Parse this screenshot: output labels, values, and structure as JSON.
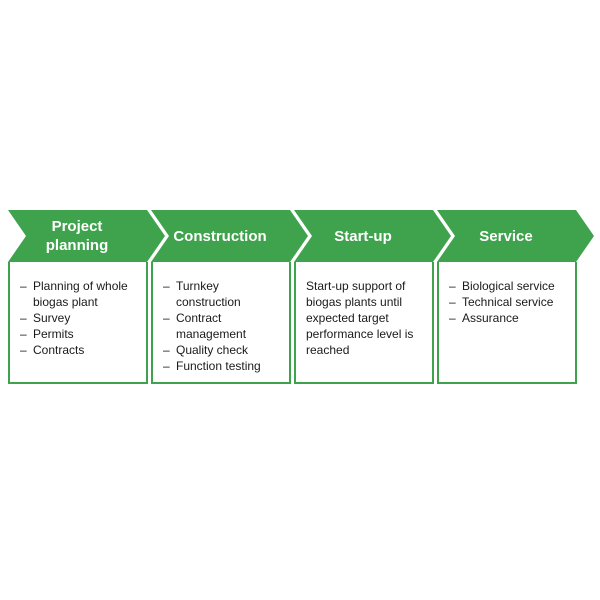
{
  "colors": {
    "arrow_fill": "#3fa34d",
    "box_border": "#3fa34d",
    "title_text": "#ffffff",
    "body_text": "#1a1a1a"
  },
  "stages": [
    {
      "title": "Project\nplanning",
      "items": [
        "Planning of whole biogas plant",
        "Survey",
        "Permits",
        "Contracts"
      ]
    },
    {
      "title": "Construction",
      "items": [
        "Turnkey construction",
        "Contract management",
        "Quality check",
        "Function testing"
      ]
    },
    {
      "title": "Start-up",
      "description": "Start-up support of biogas plants until expected target performance level is reached"
    },
    {
      "title": "Service",
      "items": [
        "Biological service",
        "Technical service",
        "Assurance"
      ]
    }
  ]
}
